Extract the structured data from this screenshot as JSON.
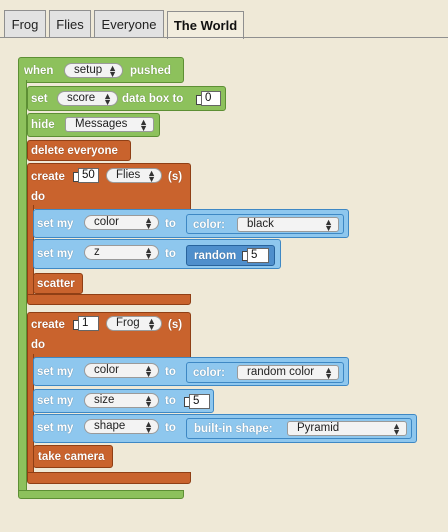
{
  "tabs": [
    "Frog",
    "Flies",
    "Everyone",
    "The World"
  ],
  "when_block": {
    "prefix": "when",
    "dropdown": "setup",
    "suffix": "pushed"
  },
  "set_block": {
    "prefix": "set",
    "dropdown": "score",
    "middle": "data box to",
    "value": "0"
  },
  "hide_block": {
    "prefix": "hide",
    "dropdown": "Messages"
  },
  "delete_block": {
    "label": "delete everyone"
  },
  "create1": {
    "prefix": "create",
    "count": "50",
    "breed": "Flies",
    "suffix": "(s)",
    "do": "do",
    "set1": {
      "prefix": "set my",
      "prop": "color",
      "to": "to",
      "value_label": "color:",
      "value": "black"
    },
    "set2": {
      "prefix": "set my",
      "prop": "z",
      "to": "to",
      "value_label": "random",
      "value": "5"
    },
    "scatter": "scatter"
  },
  "create2": {
    "prefix": "create",
    "count": "1",
    "breed": "Frog",
    "suffix": "(s)",
    "do": "do",
    "set1": {
      "prefix": "set my",
      "prop": "color",
      "to": "to",
      "value_label": "color:",
      "value": "random color"
    },
    "set2": {
      "prefix": "set my",
      "prop": "size",
      "to": "to",
      "value": "5"
    },
    "set3": {
      "prefix": "set my",
      "prop": "shape",
      "to": "to",
      "value_label": "built-in shape:",
      "value": "Pyramid"
    },
    "camera": "take camera"
  },
  "colors": {
    "green": "#8dc15c",
    "orange": "#c9632d",
    "light_blue": "#8ec7ee",
    "dark_blue": "#4f8fcc",
    "background": "#efe9d7"
  }
}
